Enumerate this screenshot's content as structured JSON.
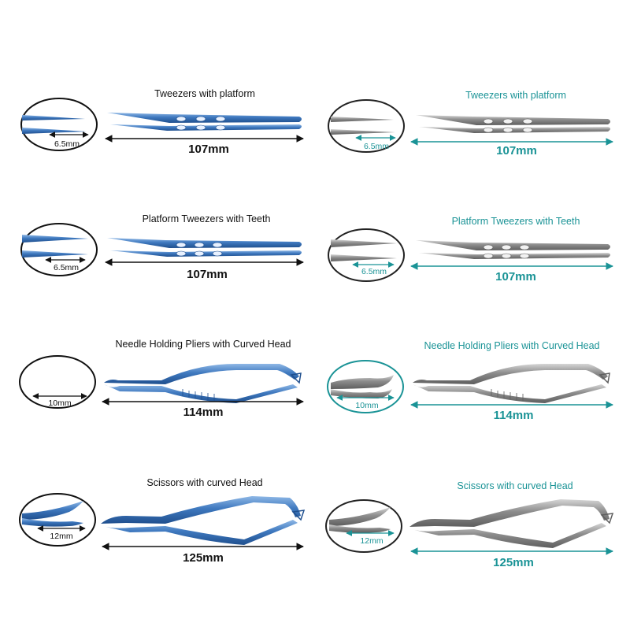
{
  "colors": {
    "blue_steel": "#3f79bf",
    "blue_steel_dark": "#1f4f8e",
    "blue_steel_light": "#8fb8e6",
    "grey_steel": "#8c8c8c",
    "grey_steel_dark": "#5e5e5e",
    "grey_steel_light": "#c9c9c9",
    "teal_accent": "#1a9396",
    "black": "#111111"
  },
  "products": [
    {
      "name": "Tweezers with platform",
      "length": "107mm",
      "tip": "6.5mm",
      "kind": "tweezers"
    },
    {
      "name": "Platform Tweezers with Teeth",
      "length": "107mm",
      "tip": "6.5mm",
      "kind": "tweezers"
    },
    {
      "name": "Needle Holding Pliers with Curved Head",
      "length": "114mm",
      "tip": "10mm",
      "kind": "pliers"
    },
    {
      "name": "Scissors with curved Head",
      "length": "125mm",
      "tip": "12mm",
      "kind": "scissors"
    }
  ],
  "variants": [
    {
      "id": "titanium-blue",
      "accent": "#111111",
      "metal": "blue"
    },
    {
      "id": "stainless-grey",
      "accent": "#1a9396",
      "metal": "grey"
    }
  ]
}
